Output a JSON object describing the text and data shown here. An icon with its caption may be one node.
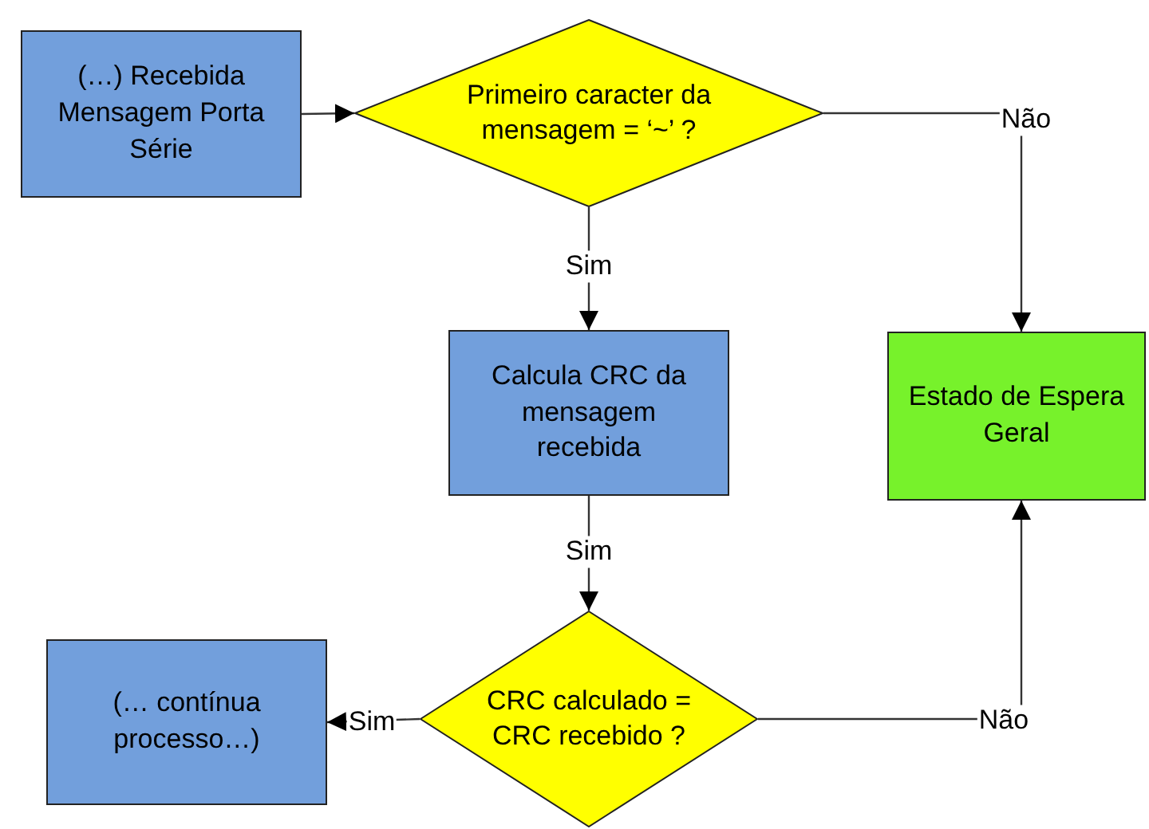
{
  "diagram": {
    "nodes": [
      {
        "text": [
          "(…) Recebida Mensagem Porta Série"
        ]
      },
      {
        "text": [
          "Primeiro caracter da mensagem = ‘~’ ?"
        ]
      },
      {
        "text": [
          "Calcula CRC da mensagem recebida"
        ]
      },
      {
        "text": [
          "Estado de Espera Geral"
        ]
      },
      {
        "text": [
          "CRC calculado = CRC recebido ?"
        ]
      },
      {
        "text": [
          "(… contínua processo…)"
        ]
      }
    ],
    "edges": [
      {
        "from": 0,
        "to": 1,
        "arrow": "to"
      },
      {
        "from": 1,
        "to": 3,
        "arrow": "to",
        "label": "Não"
      },
      {
        "from": 1,
        "to": 2,
        "arrow": "to",
        "label": "Sim"
      },
      {
        "from": 2,
        "to": 4,
        "arrow": "to",
        "label": "Sim"
      },
      {
        "from": 4,
        "to": 5,
        "arrow": "to",
        "label": "Sim"
      },
      {
        "from": 4,
        "to": 3,
        "arrow": "to",
        "label": "Não"
      }
    ]
  }
}
